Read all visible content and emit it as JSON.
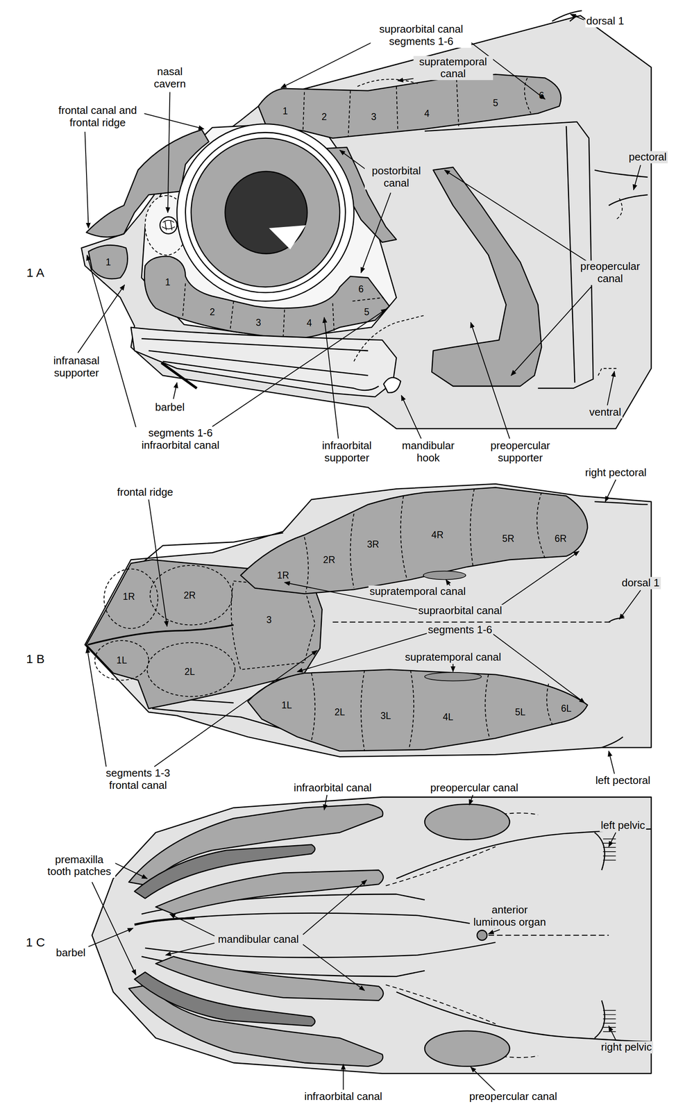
{
  "diagram": {
    "labels": [
      "dorsal 1",
      "supraorbital canal segments 1-6",
      "supratemporal canal",
      "nasal cavern",
      "frontal canal and frontal ridge",
      "pectoral",
      "postorbital canal",
      "preopercular canal",
      "1 A",
      "infranasal supporter",
      "barbel",
      "ventral",
      "segments 1-6 infraorbital canal",
      "infraorbital supporter",
      "mandibular hook",
      "preopercular supporter",
      "1",
      "2",
      "3",
      "4",
      "5",
      "6",
      "1",
      "1",
      "2",
      "3",
      "4",
      "5",
      "6",
      "right pectoral",
      "frontal ridge",
      "supratemporal canal",
      "supraorbital canal",
      "dorsal 1",
      "segments 1-6",
      "1 B",
      "supratemporal canal",
      "segments 1-3 frontal canal",
      "left pectoral",
      "1R",
      "2R",
      "3R",
      "4R",
      "5R",
      "6R",
      "1R",
      "2R",
      "3",
      "1L",
      "2L",
      "1L",
      "2L",
      "3L",
      "4L",
      "5L",
      "6L",
      "infraorbital canal",
      "preopercular canal",
      "left pelvic",
      "premaxilla tooth patches",
      "anterior luminous organ",
      "mandibular canal",
      "1 C",
      "barbel",
      "right pelvic",
      "infraorbital canal",
      "preopercular canal"
    ]
  }
}
